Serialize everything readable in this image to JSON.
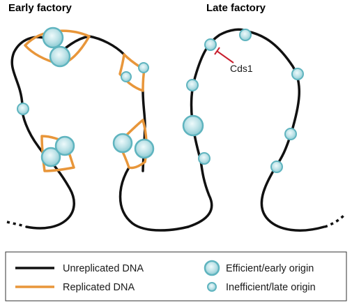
{
  "titles": {
    "early": "Early factory",
    "late": "Late factory"
  },
  "annotation": {
    "cds1": "Cds1"
  },
  "legend": {
    "unreplicated": "Unreplicated DNA",
    "replicated": "Replicated DNA",
    "efficient": "Efficient/early origin",
    "inefficient": "Inefficient/late origin"
  },
  "colors": {
    "unreplicated_dna": "#111111",
    "replicated_dna": "#e8963a",
    "origin_fill": "#bfe3e8",
    "origin_stroke": "#5fb4bf",
    "cds1_inhibitor": "#c8202f"
  }
}
